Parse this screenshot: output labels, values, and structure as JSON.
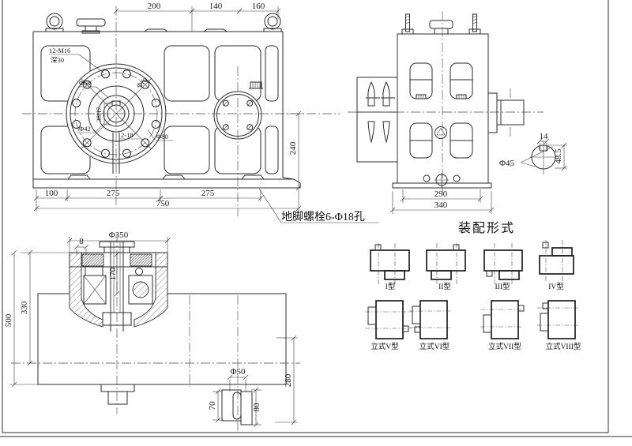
{
  "front_view": {
    "dims_top": [
      "200",
      "140",
      "160"
    ],
    "dims_bottom": [
      "100",
      "275",
      "275",
      "750"
    ],
    "dim_height": "240",
    "tap_note_1": "12-M16",
    "tap_note_2": "深30",
    "label_d60": "Φ60",
    "label_d70": "Φ70",
    "label_d42": "Φ42",
    "label_holes": "2-18",
    "label_d80": "Φ80",
    "label_bore": "38H7"
  },
  "side_view": {
    "dim_bolt_span": "290",
    "dim_base": "340"
  },
  "shaft_section": {
    "key_width": "14",
    "diameter": "Φ45",
    "key_height": "48.5"
  },
  "foundation_note": "地脚螺栓6-Φ18孔",
  "vertical_section": {
    "dim_flange": "Φ350",
    "dim_step": "8",
    "dim_shaft": "170",
    "dim_330": "330",
    "dim_500": "500"
  },
  "bottom_view": {
    "dim_280": "280",
    "dim_shaft": "Φ50",
    "dim_key_70": "70",
    "dim_key_80": "80"
  },
  "assembly": {
    "heading": "装配形式",
    "row1": [
      {
        "label": "I型"
      },
      {
        "label": "II型"
      },
      {
        "label": "III型"
      },
      {
        "label": "IV型"
      }
    ],
    "row2": [
      {
        "label": "立式V型"
      },
      {
        "label": "立式VI型"
      },
      {
        "label": "立式VII型"
      },
      {
        "label": "立式VIII型"
      }
    ]
  },
  "colors": {
    "line": "#2b2b2b",
    "background": "#ffffff"
  }
}
